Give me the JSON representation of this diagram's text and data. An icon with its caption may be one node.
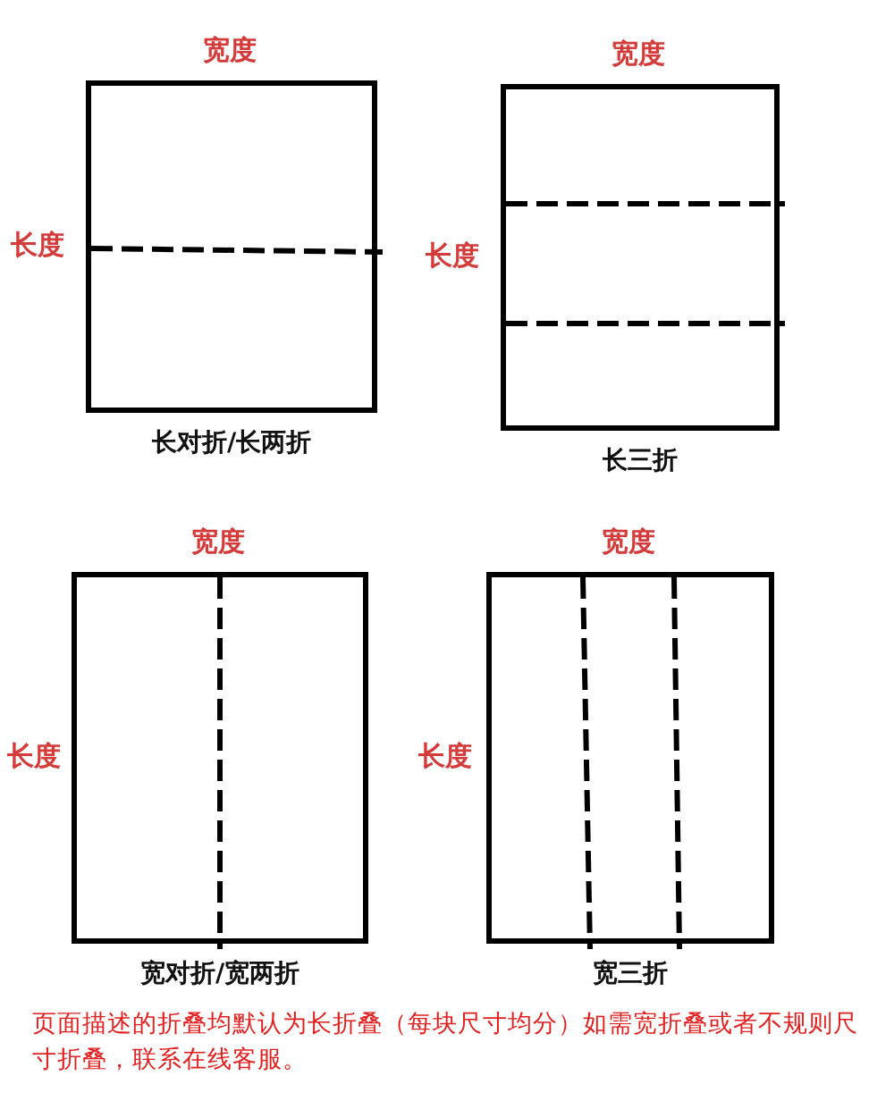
{
  "diagram": {
    "nodes": [
      {
        "text": [
          "长对折/长两折"
        ],
        "beside": [
          "宽度",
          "长度"
        ]
      },
      {
        "text": [
          "长三折"
        ],
        "beside": [
          "宽度",
          "长度"
        ]
      },
      {
        "text": [
          "宽对折/宽两折"
        ],
        "beside": [
          "宽度",
          "长度"
        ]
      },
      {
        "text": [
          "宽三折"
        ],
        "beside": [
          "宽度",
          "长度"
        ]
      }
    ],
    "labels": [
      "页面描述的折叠均默认为长折叠（每块尺寸均分）如需宽折叠或者不规则尺寸折叠，联系在线客服。"
    ]
  }
}
